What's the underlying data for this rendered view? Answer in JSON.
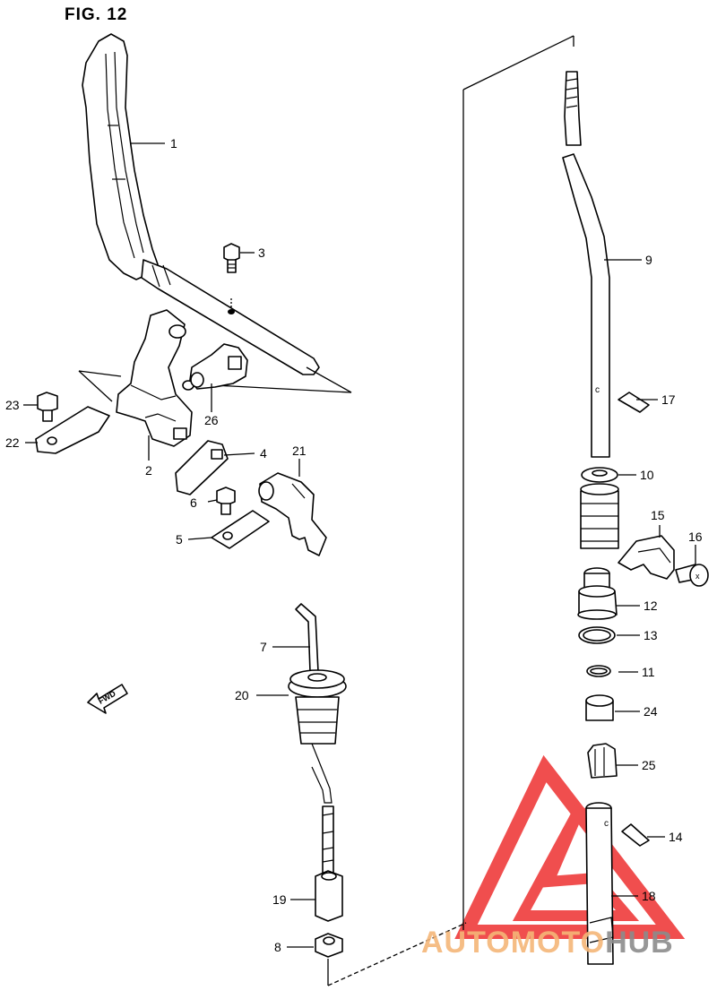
{
  "figure": {
    "title": "FIG. 12",
    "fwd": "FWD"
  },
  "labels": [
    {
      "id": "1",
      "text": "1"
    },
    {
      "id": "2",
      "text": "2"
    },
    {
      "id": "3",
      "text": "3"
    },
    {
      "id": "4",
      "text": "4"
    },
    {
      "id": "5",
      "text": "5"
    },
    {
      "id": "6",
      "text": "6"
    },
    {
      "id": "7",
      "text": "7"
    },
    {
      "id": "8",
      "text": "8"
    },
    {
      "id": "9",
      "text": "9"
    },
    {
      "id": "10",
      "text": "10"
    },
    {
      "id": "11",
      "text": "11"
    },
    {
      "id": "12",
      "text": "12"
    },
    {
      "id": "13",
      "text": "13"
    },
    {
      "id": "14",
      "text": "14"
    },
    {
      "id": "15",
      "text": "15"
    },
    {
      "id": "16",
      "text": "16"
    },
    {
      "id": "17",
      "text": "17"
    },
    {
      "id": "18",
      "text": "18"
    },
    {
      "id": "19",
      "text": "19"
    },
    {
      "id": "20",
      "text": "20"
    },
    {
      "id": "21",
      "text": "21"
    },
    {
      "id": "22",
      "text": "22"
    },
    {
      "id": "23",
      "text": "23"
    },
    {
      "id": "24",
      "text": "24"
    },
    {
      "id": "25",
      "text": "25"
    },
    {
      "id": "26",
      "text": "26"
    }
  ],
  "watermark": {
    "part1": "AUTOMOTO",
    "part2": "HUB",
    "color_part1": "#f5b678",
    "color_part2": "#8c8c8c",
    "logo_color": "#ef3b3b"
  }
}
